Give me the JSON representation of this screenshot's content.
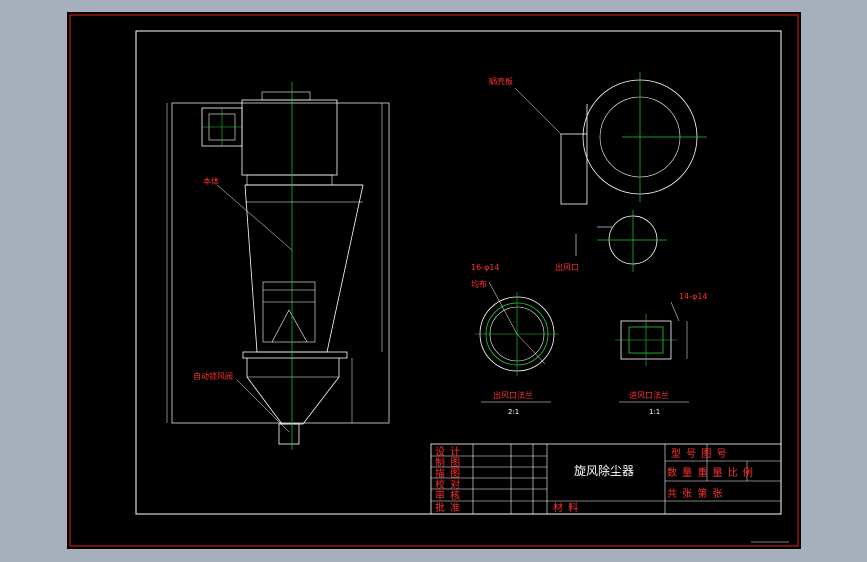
{
  "colors": {
    "background": "#a6b0bd",
    "paper": "#000000",
    "border": "#e02020",
    "outline": "#ffffff",
    "centerline": "#22cc33",
    "label": "#ff3030"
  },
  "drawing": {
    "title": "旋风除尘器",
    "labels": {
      "body": "本体",
      "valve": "自动锁风阀",
      "volute_plate": "蜗壳板",
      "outlet": "出风口",
      "bolt_holes_outlet": "16-φ14",
      "uniform": "均布",
      "bolt_holes_inlet": "14-φ14",
      "outlet_flange": "出风口法兰",
      "outlet_scale": "2:1",
      "inlet_flange": "进风口法兰",
      "inlet_scale": "1:1"
    }
  },
  "title_block": {
    "roles": [
      "设 计",
      "制 图",
      "描 图",
      "校 对",
      "审 核",
      "批 准"
    ],
    "material_label": "材 料",
    "header_row": "型 号 图 号",
    "row2": "数 量  重 量  比 例",
    "row3": "共  张  第  张"
  }
}
